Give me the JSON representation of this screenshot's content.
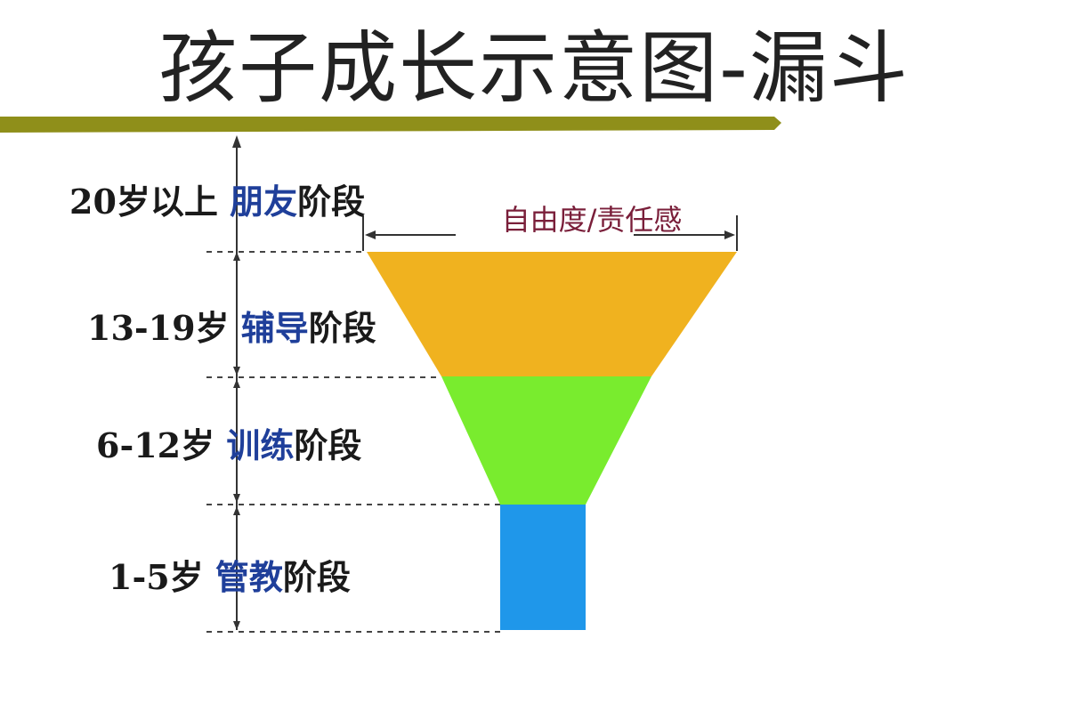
{
  "title": "孩子成长示意图-漏斗",
  "dimension_label": "自由度/责任感",
  "stages": [
    {
      "age": "20岁以上",
      "highlight": "朋友",
      "suffix": "阶段"
    },
    {
      "age": "13-19岁",
      "highlight": "辅导",
      "suffix": "阶段"
    },
    {
      "age": "6-12岁",
      "highlight": "训练",
      "suffix": "阶段"
    },
    {
      "age": "1-5岁",
      "highlight": "管教",
      "suffix": "阶段"
    }
  ],
  "colors": {
    "title_bar": "#8f8f1a",
    "segment_top": "#f0b21f",
    "segment_middle": "#79ec2e",
    "segment_bottom": "#1f97ea",
    "highlight_text": "#1f3f9a",
    "dimension_text": "#7a1f3a"
  }
}
